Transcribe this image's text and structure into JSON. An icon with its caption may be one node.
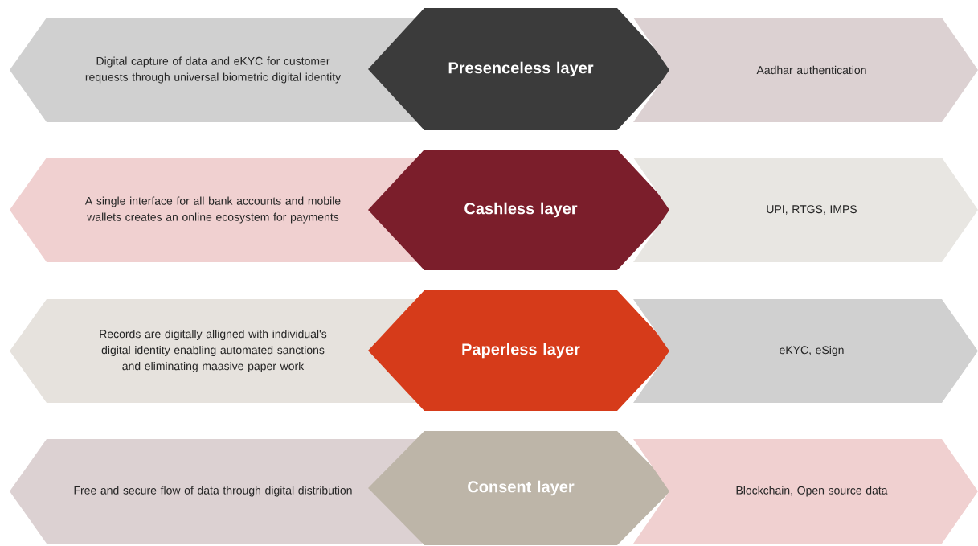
{
  "diagram": {
    "nodes": [
      {
        "text": [
          "Digital capture of data and eKYC for customer requests through universal biometric digital identity"
        ]
      },
      {
        "text": [
          "Presenceless layer"
        ]
      },
      {
        "text": [
          "Aadhar authentication"
        ]
      },
      {
        "text": [
          "A single interface for all bank accounts and mobile wallets creates an online ecosystem for payments"
        ]
      },
      {
        "text": [
          "Cashless layer"
        ]
      },
      {
        "text": [
          "UPI, RTGS, IMPS"
        ]
      },
      {
        "text": [
          "Records are digitally alligned with individual's digital identity enabling automated sanctions and eliminating maasive paper work"
        ]
      },
      {
        "text": [
          "Paperless layer"
        ]
      },
      {
        "text": [
          "eKYC, eSign"
        ]
      },
      {
        "text": [
          "Free and secure flow of data through digital distribution"
        ]
      },
      {
        "text": [
          "Consent layer"
        ]
      },
      {
        "text": [
          "Blockchain, Open source data"
        ]
      }
    ]
  }
}
